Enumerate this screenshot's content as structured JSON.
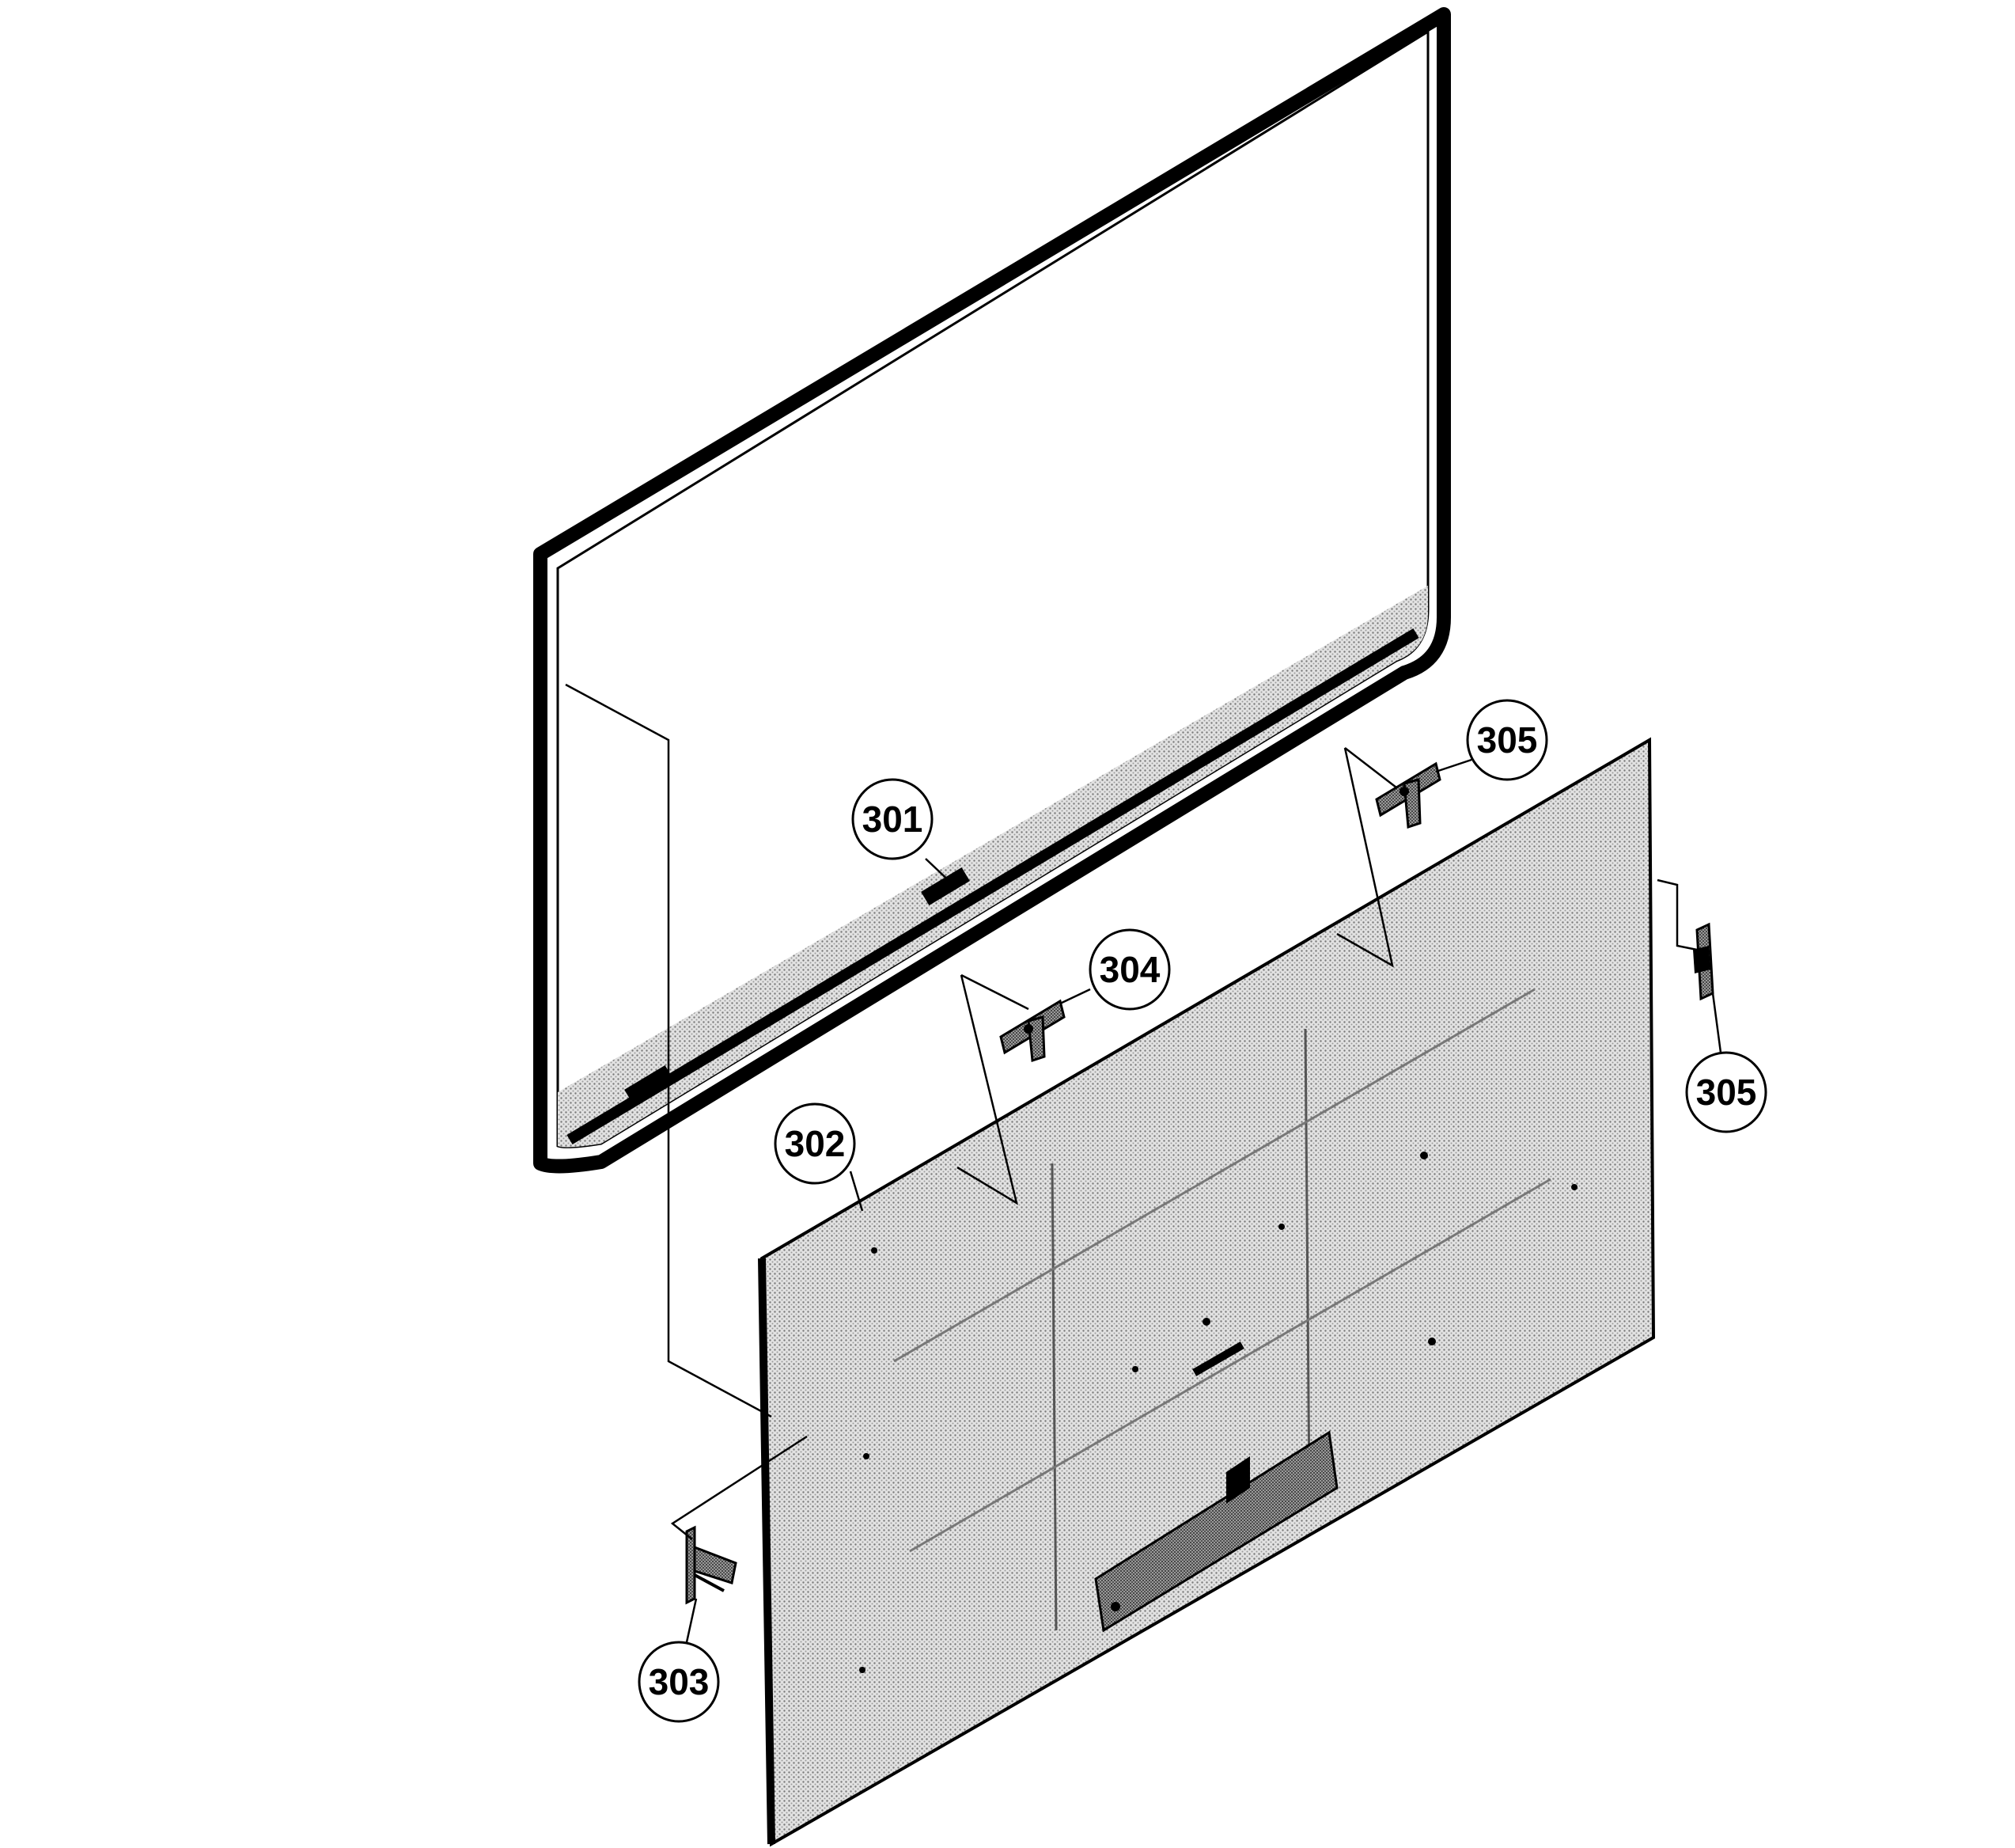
{
  "colors": {
    "line": "#000000",
    "background": "#ffffff",
    "halftone_light": "#d9d9d9",
    "halftone_dark": "#8a8a8a"
  },
  "parts": [
    {
      "id": "front-bezel",
      "callout": "301"
    },
    {
      "id": "rear-cover",
      "callout": "302"
    },
    {
      "id": "left-bracket",
      "callout": "303"
    },
    {
      "id": "center-bracket",
      "callout": "304"
    },
    {
      "id": "upper-right-bracket",
      "callout": "305"
    },
    {
      "id": "side-right-bracket",
      "callout": "305"
    }
  ],
  "labels": {
    "c301": "301",
    "c302": "302",
    "c303": "303",
    "c304": "304",
    "c305a": "305",
    "c305b": "305"
  }
}
